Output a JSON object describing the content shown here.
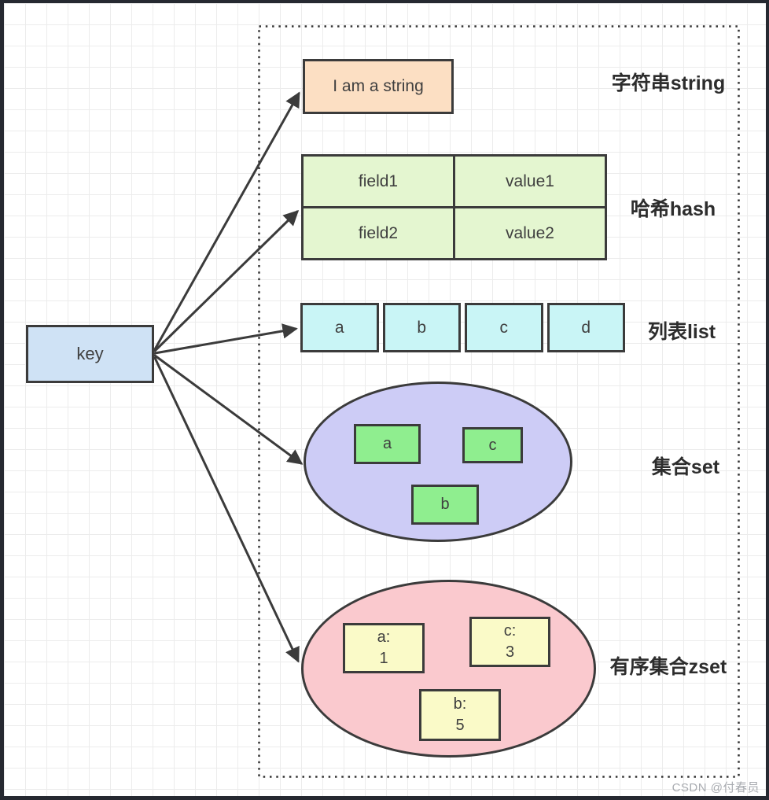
{
  "diagram": {
    "key": {
      "label": "key"
    },
    "string": {
      "box_text": "I am a string",
      "label": "字符串string"
    },
    "hash": {
      "label": "哈希hash",
      "cells": [
        [
          "field1",
          "value1"
        ],
        [
          "field2",
          "value2"
        ]
      ]
    },
    "list": {
      "label": "列表list",
      "items": [
        "a",
        "b",
        "c",
        "d"
      ]
    },
    "set": {
      "label": "集合set",
      "members": [
        "a",
        "c",
        "b"
      ]
    },
    "zset": {
      "label": "有序集合zset",
      "members": [
        {
          "key": "a:",
          "score": "1"
        },
        {
          "key": "c:",
          "score": "3"
        },
        {
          "key": "b:",
          "score": "5"
        }
      ]
    }
  },
  "watermark": "CSDN @付春员",
  "colors": {
    "frame": "#262931",
    "grid_line": "#ececec",
    "stroke": "#3b3b3b",
    "key_fill": "#cfe2f5",
    "string_fill": "#fcdfc3",
    "hash_fill": "#e4f6d0",
    "list_fill": "#c9f5f6",
    "set_fill": "#cdccf6",
    "set_member_fill": "#8fee8f",
    "zset_fill": "#fac9ce",
    "zset_member_fill": "#fafac8"
  }
}
